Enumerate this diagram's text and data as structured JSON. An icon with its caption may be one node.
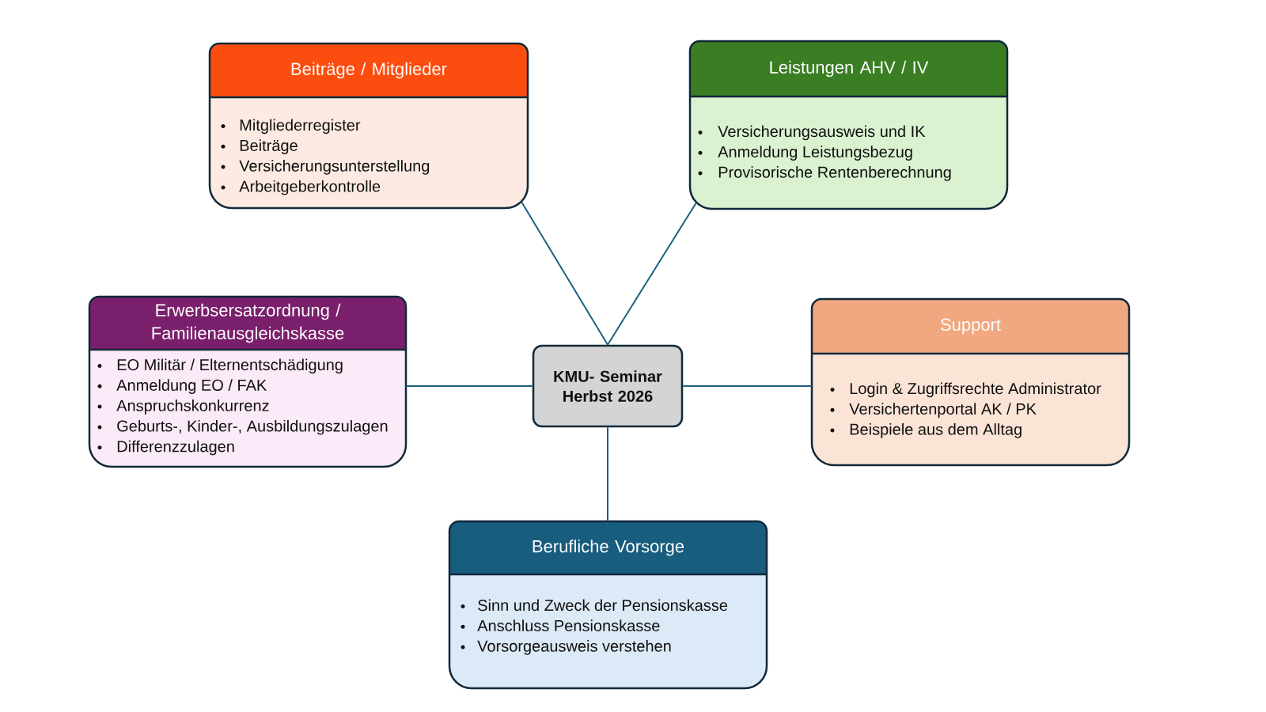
{
  "diagram": {
    "nodes": [
      {
        "text": [
          "Beiträge / Mitglieder",
          "Mitgliederregister",
          "Beiträge",
          "Versicherungsunterstellung",
          "Arbeitgeberkontrolle"
        ]
      },
      {
        "text": [
          "Leistungen AHV / IV",
          "Versicherungsausweis und IK",
          "Anmeldung Leistungsbezug",
          "Provisorische Rentenberechnung"
        ]
      },
      {
        "text": [
          "Erwerbsersatzordnung / Familienausgleichskasse",
          "EO Militär / Elternentschädigung",
          "Anmeldung EO / FAK",
          "Anspruchskonkurrenz",
          "Geburts-, Kinder-, Ausbildungszulagen",
          "Differenzzulagen"
        ]
      },
      {
        "text": [
          "KMU- Seminar Herbst 2026"
        ]
      },
      {
        "text": [
          "Support",
          "Login & Zugriffsrechte Administrator",
          "Versichertenportal AK / PK",
          "Beispiele aus dem Alltag"
        ]
      },
      {
        "text": [
          "Berufliche Vorsorge",
          "Sinn und Zweck der Pensionskasse",
          "Anschluss Pensionskasse",
          "Vorsorgeausweis verstehen"
        ]
      }
    ],
    "edges": [
      {
        "from": 3,
        "to": 0,
        "arrow": "none"
      },
      {
        "from": 3,
        "to": 1,
        "arrow": "none"
      },
      {
        "from": 3,
        "to": 2,
        "arrow": "none"
      },
      {
        "from": 3,
        "to": 4,
        "arrow": "none"
      },
      {
        "from": 3,
        "to": 5,
        "arrow": "none"
      }
    ]
  }
}
